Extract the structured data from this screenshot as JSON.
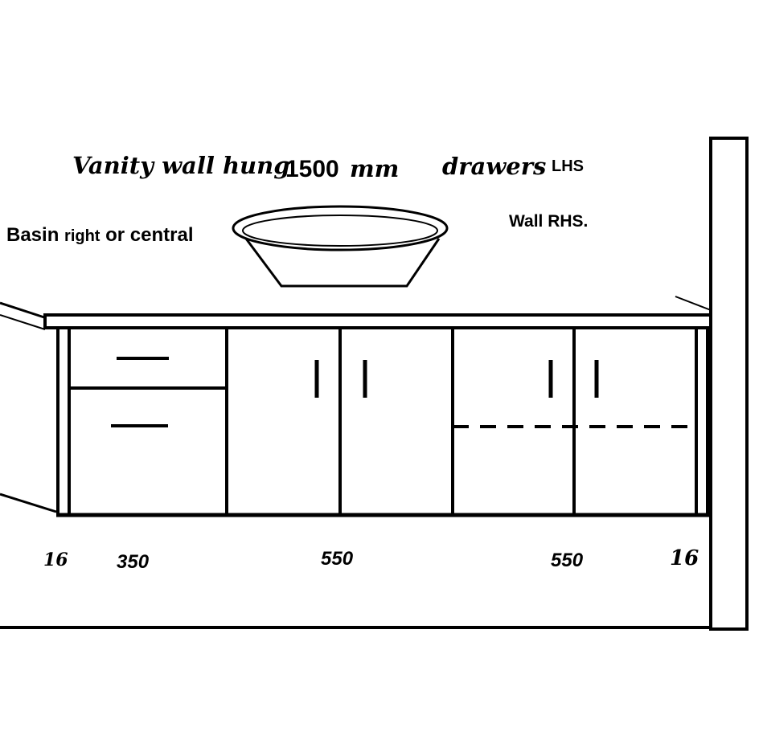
{
  "title": {
    "prefix": "Vanity wall hung",
    "width": "1500",
    "unit": "mm",
    "drawers": "drawers",
    "drawers_side": "LHS"
  },
  "notes": {
    "basin_prefix": "Basin",
    "basin_mid": "right",
    "basin_suffix": "or central",
    "wall": "Wall RHS."
  },
  "dimensions": {
    "left_panel": "16",
    "drawer_section": "350",
    "middle_doors": "550",
    "right_doors": "550",
    "right_panel": "16"
  },
  "colors": {
    "line": "#000000",
    "background": "#ffffff"
  }
}
